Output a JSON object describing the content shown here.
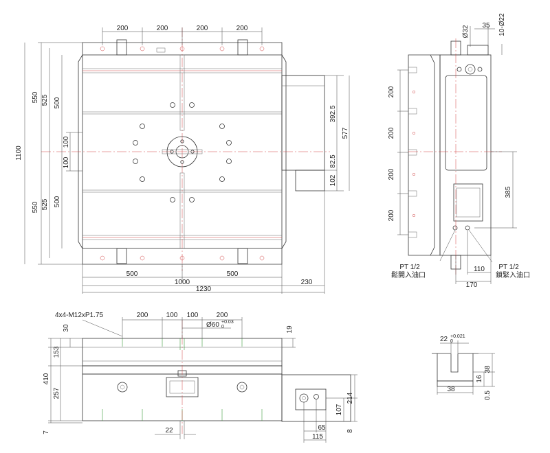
{
  "top_view": {
    "top_dims": [
      "200",
      "200",
      "200",
      "200"
    ],
    "left_dims": [
      "1100",
      "550",
      "525",
      "500",
      "100",
      "100",
      "550",
      "525",
      "500"
    ],
    "right_dims": [
      "392.5",
      "577",
      "82.5",
      "102"
    ],
    "bottom_dims": [
      "500",
      "1000",
      "500",
      "1230",
      "230"
    ]
  },
  "side_view": {
    "top_dims": [
      "Ø32",
      "35",
      "10-Ø22"
    ],
    "left_dims": [
      "200",
      "200",
      "200",
      "200"
    ],
    "right_dim": "385",
    "bottom_dims": [
      "110",
      "170"
    ],
    "port_left": {
      "line1": "PT 1/2",
      "line2": "鬆開入油口"
    },
    "port_right": {
      "line1": "PT 1/2",
      "line2": "鎖緊入油口"
    }
  },
  "front_view": {
    "callout": "4x4-M12xP1.75",
    "top_dims": [
      "200",
      "100",
      "100",
      "200"
    ],
    "bore": {
      "main": "Ø60",
      "upper": "+0.03",
      "lower": "0"
    },
    "left_dims": [
      "30",
      "153",
      "410",
      "257",
      "7"
    ],
    "right_dims": [
      "19",
      "214",
      "107",
      "8"
    ],
    "bottom_dims": [
      "22",
      "65",
      "115"
    ]
  },
  "slot_detail": {
    "width": {
      "main": "22",
      "upper": "+0.021",
      "lower": "0"
    },
    "dims": [
      "16",
      "38",
      "38",
      "0.5"
    ]
  }
}
